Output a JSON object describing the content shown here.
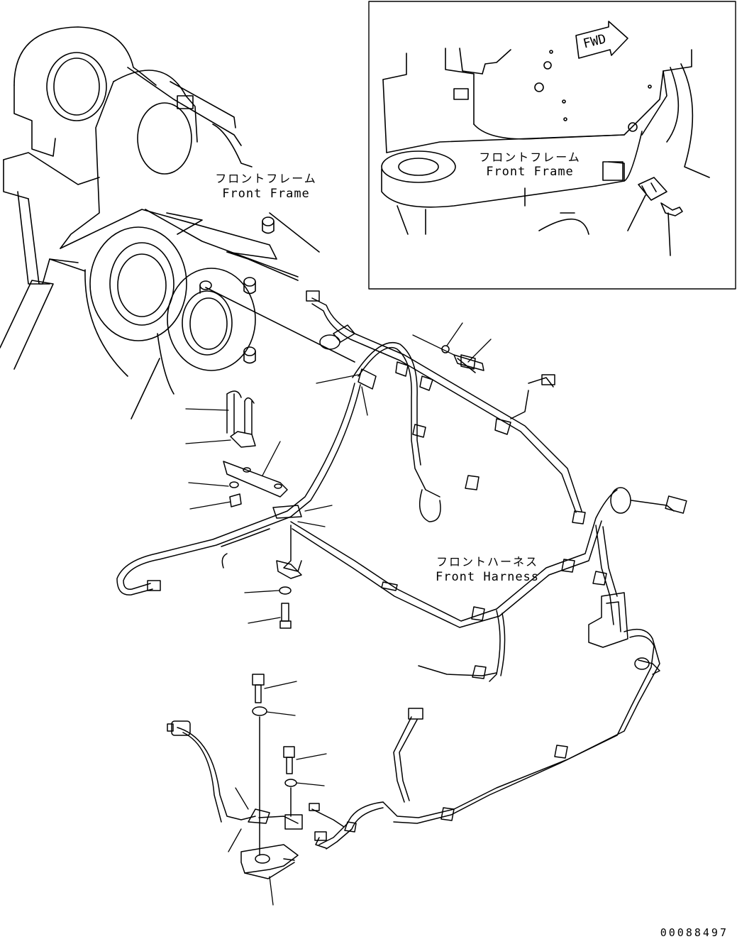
{
  "labels": {
    "front_frame_jp": "フロントフレーム",
    "front_frame_en": "Front Frame",
    "inset_frame_jp": "フロントフレーム",
    "inset_frame_en": "Front Frame",
    "harness_jp": "フロントハーネス",
    "harness_en": "Front Harness",
    "fwd": "FWD"
  },
  "drawing_number": "00088497"
}
